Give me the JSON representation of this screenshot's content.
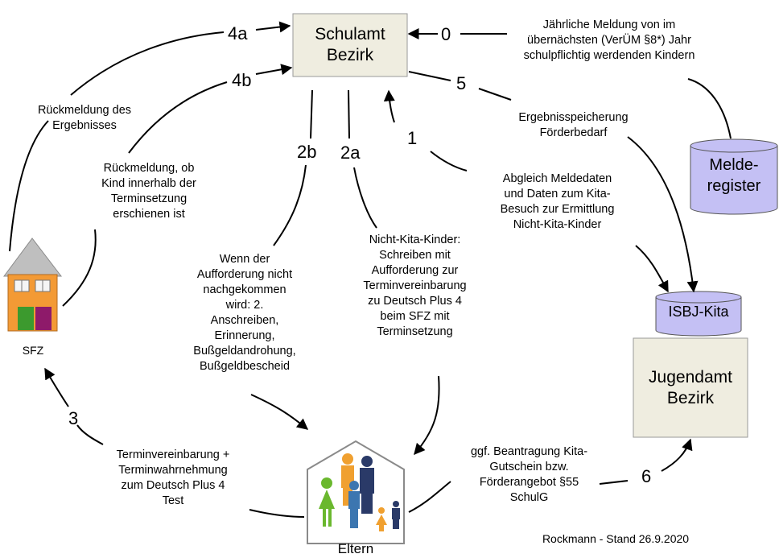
{
  "nodes": {
    "schulamt": "Schulamt\nBezirk",
    "melderegister": "Melde-\nregister",
    "isbj": "ISBJ-Kita",
    "jugendamt": "Jugendamt\nBezirk",
    "sfz": "SFZ",
    "eltern": "Eltern"
  },
  "steps": {
    "s0": "0",
    "s1": "1",
    "s2a": "2a",
    "s2b": "2b",
    "s3": "3",
    "s4a": "4a",
    "s4b": "4b",
    "s5": "5",
    "s6": "6"
  },
  "labels": {
    "l0": "Jährliche Meldung von im\nübernächsten (VerÜM §8*)  Jahr\nschulpflichtig werdenden Kindern",
    "l1": "Abgleich Meldedaten\nund Daten zum Kita-\nBesuch zur Ermittlung\nNicht-Kita-Kinder",
    "l2a": "Nicht-Kita-Kinder:\nSchreiben mit\nAufforderung zur\nTerminvereinbarung\nzu Deutsch Plus 4\nbeim SFZ mit\nTerminsetzung",
    "l2b": "Wenn der\nAufforderung nicht\nnachgekommen\nwird: 2.\nAnschreiben,\nErinnerung,\nBußgeldandrohung,\nBußgeldbescheid",
    "l3": "Terminvereinbarung +\nTerminwahrnehmung\nzum Deutsch Plus 4\nTest",
    "l4a": "Rückmeldung des\nErgebnisses",
    "l4b": "Rückmeldung, ob\nKind innerhalb der\nTerminsetzung\nerschienen ist",
    "l5": "Ergebnisspeicherung\nFörderbedarf",
    "l6": "ggf. Beantragung Kita-\nGutschein bzw.\nFörderangebot §55\nSchulG"
  },
  "footer": "Rockmann - Stand 26.9.2020",
  "colors": {
    "box_fill": "#efede0",
    "db_fill": "#c4c0f4",
    "house_orange": "#f39a35",
    "roof": "#bfbfbf",
    "door_green": "#3c9a2e",
    "door_magenta": "#8e1a6a",
    "figure_orange": "#f0a030",
    "figure_blue": "#3c76b0",
    "figure_navy": "#2a3a68",
    "figure_green": "#6ab82e"
  }
}
